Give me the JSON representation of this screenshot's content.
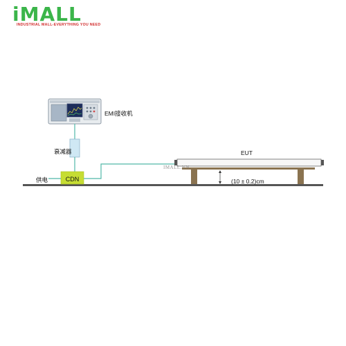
{
  "brand": {
    "logo_text": "iMALL",
    "tagline": "INDUSTRIAL MALL-EVERYTHING YOU NEED",
    "color_green": "#3bb54a",
    "color_red": "#d12a2a"
  },
  "diagram": {
    "emi_receiver_label": "EMI接收机",
    "attenuator_label": "衰减器",
    "cdn_label": "CDN",
    "power_label": "供电",
    "eut_label": "EUT",
    "height_label": "(10 ± 0.2)cm",
    "watermark": "IMALL.VN",
    "colors": {
      "cable": "#4fb8a8",
      "cdn_fill": "#c6dd33",
      "attenuator_fill": "#cfe8f4",
      "ground": "#555555",
      "support": "#8a7350"
    }
  }
}
